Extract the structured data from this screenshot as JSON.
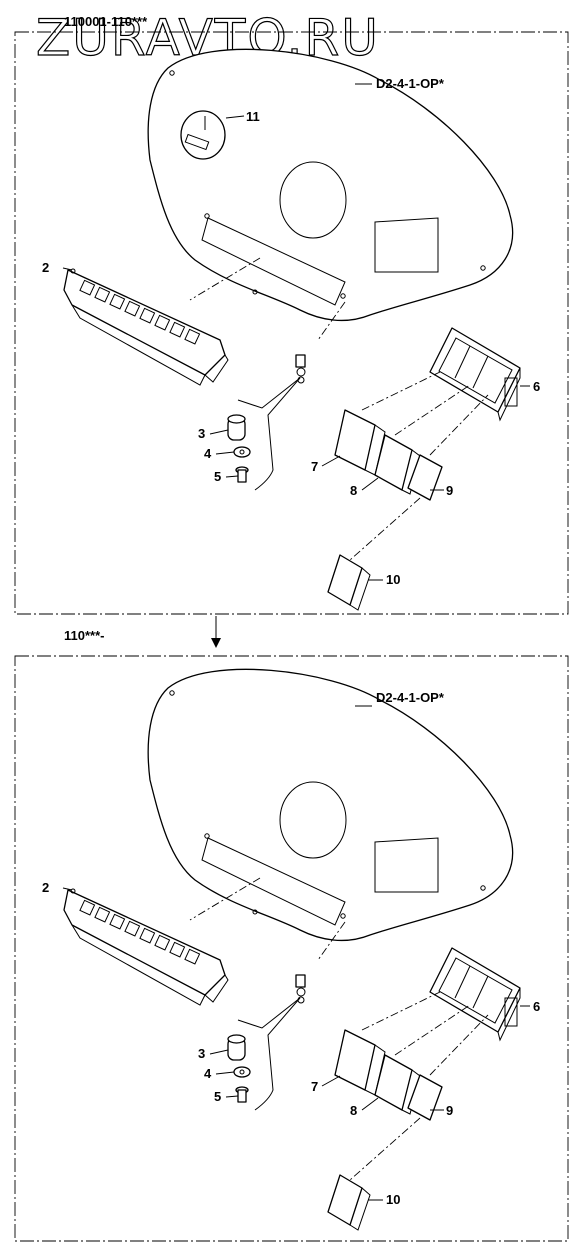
{
  "header": {
    "watermark": "ZURAVTO.RU",
    "range_top": "110001-110***",
    "range_bottom": "110***-"
  },
  "diagram": {
    "ref_code": "D2-4-1-OP*",
    "labels_top": [
      "11",
      "2",
      "3",
      "4",
      "5",
      "6",
      "7",
      "8",
      "9",
      "10"
    ],
    "labels_bottom": [
      "2",
      "3",
      "4",
      "5",
      "6",
      "7",
      "8",
      "9",
      "10"
    ]
  }
}
